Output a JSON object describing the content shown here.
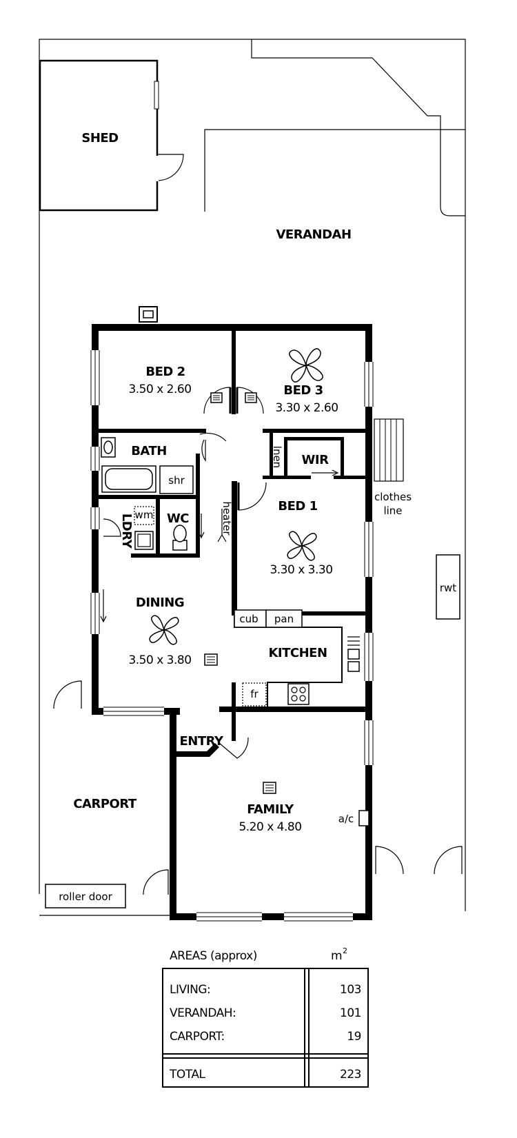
{
  "rooms": {
    "shed": {
      "name": "SHED"
    },
    "verandah": {
      "name": "VERANDAH"
    },
    "bed2": {
      "name": "BED 2",
      "size": "3.50 x 2.60"
    },
    "bed3": {
      "name": "BED 3",
      "size": "3.30 x 2.60"
    },
    "bath": {
      "name": "BATH",
      "shower": "shr"
    },
    "linen": {
      "name": "lnen"
    },
    "wir": {
      "name": "WIR"
    },
    "laundry": {
      "name": "LDRY",
      "washer": "wm"
    },
    "wc": {
      "name": "WC"
    },
    "heater": {
      "name": "heater"
    },
    "bed1": {
      "name": "BED 1",
      "size": "3.30 x 3.30"
    },
    "clothesline": {
      "line1": "clothes",
      "line2": "line"
    },
    "rwt": {
      "name": "rwt"
    },
    "dining": {
      "name": "DINING",
      "size": "3.50 x 3.80"
    },
    "kitchen": {
      "name": "KITCHEN",
      "cupboard": "cub",
      "pantry": "pan",
      "fridge": "fr"
    },
    "entry": {
      "name": "ENTRY"
    },
    "carport": {
      "name": "CARPORT",
      "door": "roller door"
    },
    "family": {
      "name": "FAMILY",
      "size": "5.20 x 4.80",
      "ac": "a/c"
    }
  },
  "areas": {
    "title": "AREAS (approx)",
    "unit": "m",
    "unit_sup": "2",
    "rows": [
      {
        "label": "LIVING:",
        "value": "103"
      },
      {
        "label": "VERANDAH:",
        "value": "101"
      },
      {
        "label": "CARPORT:",
        "value": "19"
      }
    ],
    "total": {
      "label": "TOTAL",
      "value": "223"
    }
  }
}
